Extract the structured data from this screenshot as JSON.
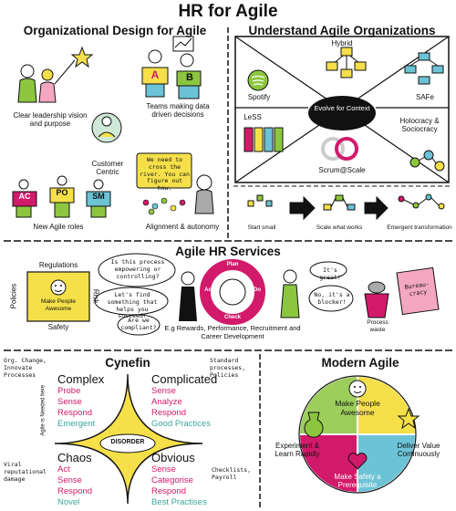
{
  "title": "HR for Agile",
  "org_design": {
    "title": "Organizational Design for Agile",
    "leadership": "Clear leadership vision and purpose",
    "teams_data": "Teams making data driven decisions",
    "customer": "Customer Centric",
    "new_roles": "New Agile roles",
    "roles_tags": [
      "AC",
      "PO",
      "SM"
    ],
    "data_letters": [
      "A",
      "B"
    ],
    "alignment": "Alignment & autonomy",
    "speech": "We need to cross the river. You can figure out how."
  },
  "understand": {
    "title": "Understand Agile Organizations",
    "hybrid": "Hybrid",
    "spotify": "Spotify",
    "safe": "SAFe",
    "less": "LeSS",
    "holacracy": "Holocracy & Sociocracy",
    "scrum_scale": "Scrum@Scale",
    "center": "Evolve for Context",
    "steps": [
      "Start small",
      "Scale what works",
      "Emergent transformation"
    ]
  },
  "services": {
    "title": "Agile HR Services",
    "regulations": "Regulations",
    "policies": "Policies",
    "risk": "Risk",
    "safety": "Safety",
    "make_people": "Make People Awesome",
    "bubble1": "Is this process empowering or controlling?",
    "bubble2": "Let's find something that helps you succeed!",
    "bubble3": "Are we compliant?",
    "pdca": [
      "Plan",
      "Do",
      "Check",
      "Act"
    ],
    "examples": "E.g Rewards, Performance, Recruitment and Career Development",
    "great": "It's great!",
    "blocker": "No, it's a blocker!",
    "process_waste": "Process waste",
    "bureaucracy": "Bureau-cracy"
  },
  "cynefin": {
    "title": "Cynefin",
    "complex": {
      "head": "Complex",
      "items": [
        "Probe",
        "Sense",
        "Respond"
      ],
      "practice": "Emergent"
    },
    "complicated": {
      "head": "Complicated",
      "items": [
        "Sense",
        "Analyze",
        "Respond"
      ],
      "practice": "Good Practices"
    },
    "chaos": {
      "head": "Chaos",
      "items": [
        "Act",
        "Sense",
        "Respond"
      ],
      "practice": "Novel"
    },
    "obvious": {
      "head": "Obvious",
      "items": [
        "Sense",
        "Categorise",
        "Respond"
      ],
      "practice": "Best Practises"
    },
    "disorder": "DISORDER",
    "note_org": "Org. Change, Innovate Processes",
    "note_std": "Standard processes, Policies",
    "note_agile": "Agile is Needed here",
    "note_viral": "Viral reputational damage",
    "note_check": "Checklists, Payroll"
  },
  "modern": {
    "title": "Modern Agile",
    "make_people": "Make People Awesome",
    "experiment": "Experiment & Learn Rapidly",
    "deliver": "Deliver Value Continuously",
    "safety": "Make Safety a Prerequisite"
  },
  "colors": {
    "pink": "#d21a6b",
    "teal": "#3aa89b",
    "yellow": "#f5e04a",
    "green": "#8cc63f",
    "blue": "#6cc3d5"
  }
}
